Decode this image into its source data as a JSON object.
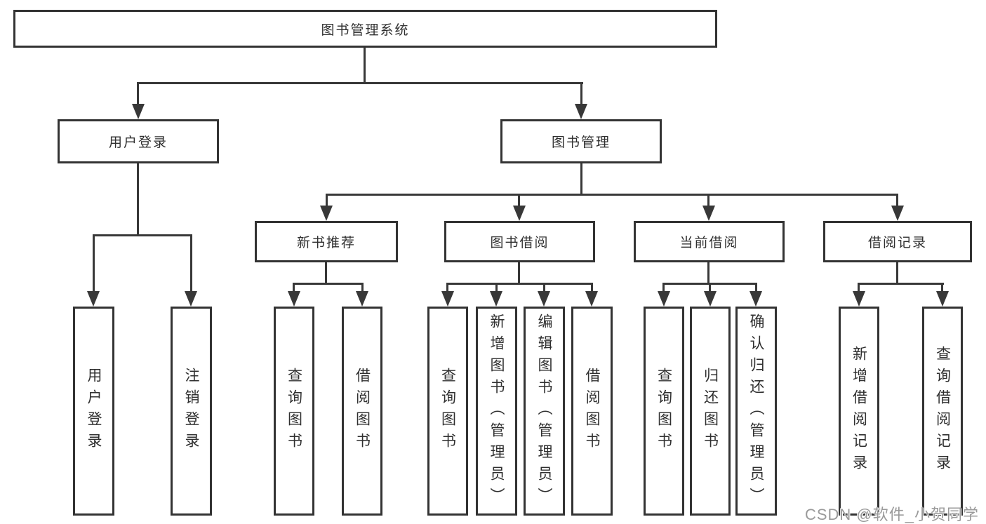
{
  "diagram": {
    "root_label": "图书管理系统",
    "level2": [
      {
        "label": "用户登录"
      },
      {
        "label": "图书管理"
      }
    ],
    "level3": [
      {
        "label": "新书推荐"
      },
      {
        "label": "图书借阅"
      },
      {
        "label": "当前借阅"
      },
      {
        "label": "借阅记录"
      }
    ],
    "leaves": {
      "user_login": [
        "用户登录",
        "注销登录"
      ],
      "new_book_recommend": [
        "查询图书",
        "借阅图书"
      ],
      "book_borrow": [
        "查询图书",
        "新增图书（管理员）",
        "编辑图书（管理员）",
        "借阅图书"
      ],
      "current_borrow": [
        "查询图书",
        "归还图书",
        "确认归还（管理员）"
      ],
      "borrow_record": [
        "新增借阅记录",
        "查询借阅记录"
      ]
    }
  },
  "watermark": {
    "text": "CSDN @软件_小贺同学"
  },
  "colors": {
    "line": "#383838",
    "box_border": "#333333",
    "text": "#2f2f2f",
    "background": "#ffffff",
    "watermark": "#9a9a9a"
  }
}
